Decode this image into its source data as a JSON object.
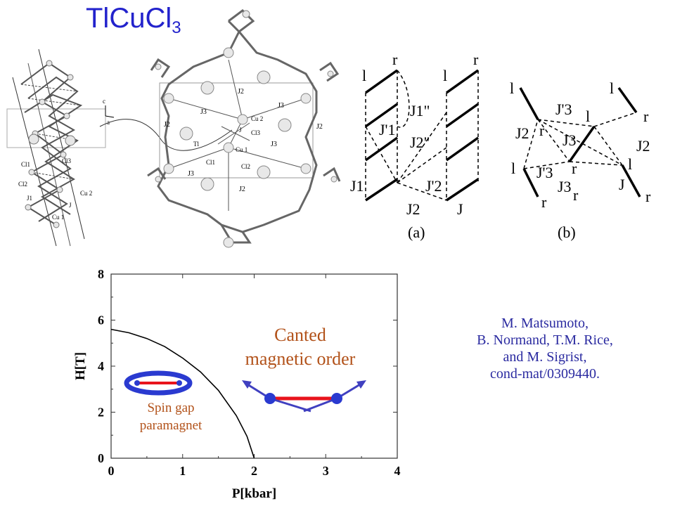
{
  "title": {
    "main": "TlCuCl",
    "subscript": "3"
  },
  "structure_labels": {
    "left": [
      "c",
      "a",
      "Cl1",
      "Cl3",
      "Cl2",
      "J1",
      "J",
      "Cu 2",
      "Cu 1"
    ],
    "center": [
      "J2",
      "J3",
      "J3",
      "J2",
      "J2",
      "Cu 2",
      "Cl3",
      "Tl",
      "J",
      "Cu 1",
      "J3",
      "Cl1",
      "Cl2",
      "J3",
      "J2"
    ]
  },
  "diagram_a": {
    "panel_label": "(a)",
    "labels": [
      "r",
      "r",
      "l",
      "l",
      "J1\"",
      "J'1",
      "J2\"",
      "J'2",
      "J1",
      "J2",
      "J"
    ]
  },
  "diagram_b": {
    "panel_label": "(b)",
    "labels": [
      "l",
      "l",
      "J'3",
      "r",
      "r",
      "l",
      "r",
      "J2",
      "J3",
      "J2",
      "l",
      "J'3",
      "r",
      "l",
      "J3",
      "J",
      "r",
      "r"
    ]
  },
  "citation": {
    "lines": [
      "M. Matsumoto,",
      "B. Normand, T.M. Rice,",
      "and M. Sigrist,",
      "cond-mat/0309440."
    ]
  },
  "phase_labels": {
    "canted": [
      "Canted",
      "magnetic order"
    ],
    "spin_gap": [
      "Spin gap",
      "paramagnet"
    ]
  },
  "chart_data": {
    "type": "line",
    "xlabel": "P[kbar]",
    "ylabel": "H[T]",
    "xlim": [
      0,
      4
    ],
    "ylim": [
      0,
      8
    ],
    "xticks": [
      "0",
      "1",
      "2",
      "3",
      "4"
    ],
    "yticks": [
      "0",
      "2",
      "4",
      "6",
      "8"
    ],
    "series": [
      {
        "x": [
          0,
          0.25,
          0.5,
          0.75,
          1.0,
          1.25,
          1.5,
          1.75,
          1.9,
          2.0
        ],
        "y": [
          5.6,
          5.45,
          5.2,
          4.85,
          4.35,
          3.75,
          2.95,
          1.85,
          0.95,
          0.0
        ]
      }
    ],
    "colors": {
      "boundary": "#000000",
      "bond": "#e8141c",
      "spin": "#2a3ad0",
      "arrow": "#4040c0",
      "frame": "#333333"
    }
  }
}
